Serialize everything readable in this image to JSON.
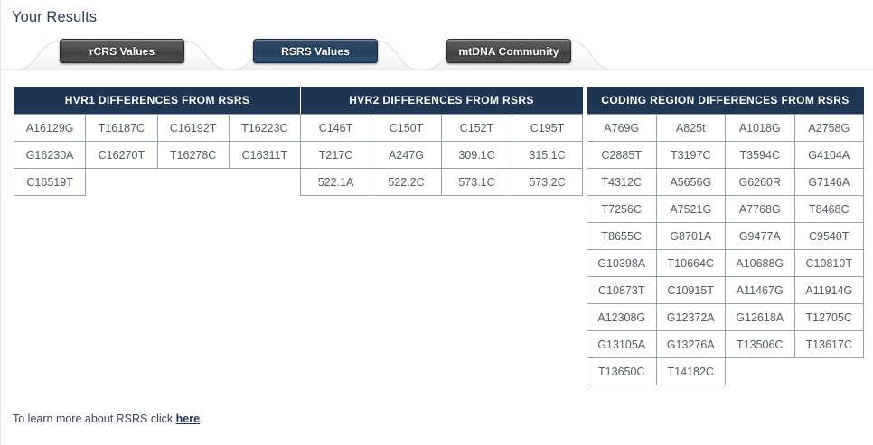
{
  "header": {
    "title": "Your Results"
  },
  "tabs": [
    {
      "id": "rcrs",
      "label": "rCRS Values",
      "active": false
    },
    {
      "id": "rsrs",
      "label": "RSRS Values",
      "active": true
    },
    {
      "id": "community",
      "label": "mtDNA Community",
      "active": false
    }
  ],
  "tables": [
    {
      "id": "hvr1",
      "header": "HVR1 DIFFERENCES FROM RSRS",
      "columns": 4,
      "rows": [
        [
          "A16129G",
          "T16187C",
          "C16192T",
          "T16223C"
        ],
        [
          "G16230A",
          "C16270T",
          "T16278C",
          "C16311T"
        ],
        [
          "C16519T",
          "",
          "",
          ""
        ]
      ]
    },
    {
      "id": "hvr2",
      "header": "HVR2 DIFFERENCES FROM RSRS",
      "columns": 4,
      "rows": [
        [
          "C146T",
          "C150T",
          "C152T",
          "C195T"
        ],
        [
          "T217C",
          "A247G",
          "309.1C",
          "315.1C"
        ],
        [
          "522.1A",
          "522.2C",
          "573.1C",
          "573.2C"
        ]
      ]
    },
    {
      "id": "coding-region",
      "header": "CODING REGION DIFFERENCES FROM RSRS",
      "columns": 4,
      "rows": [
        [
          "A769G",
          "A825t",
          "A1018G",
          "A2758G"
        ],
        [
          "C2885T",
          "T3197C",
          "T3594C",
          "G4104A"
        ],
        [
          "T4312C",
          "A5656G",
          "G6260R",
          "G7146A"
        ],
        [
          "T7256C",
          "A7521G",
          "A7768G",
          "T8468C"
        ],
        [
          "T8655C",
          "G8701A",
          "G9477A",
          "C9540T"
        ],
        [
          "G10398A",
          "T10664C",
          "A10688G",
          "C10810T"
        ],
        [
          "C10873T",
          "C10915T",
          "A11467G",
          "A11914G"
        ],
        [
          "A12308G",
          "G12372A",
          "G12618A",
          "T12705C"
        ],
        [
          "G13105A",
          "G13276A",
          "T13506C",
          "T13617C"
        ],
        [
          "T13650C",
          "T14182C",
          "",
          ""
        ]
      ]
    }
  ],
  "footer": {
    "text_before": "To learn more about RSRS click ",
    "link_label": "here",
    "text_after": "."
  },
  "colors": {
    "header_navy": "#1e3553",
    "active_tab_blue": "#23405f",
    "inactive_tab_gray": "#474747",
    "cell_border": "#9aa1ab",
    "cell_text": "#555b62",
    "page_background": "#ffffff"
  }
}
